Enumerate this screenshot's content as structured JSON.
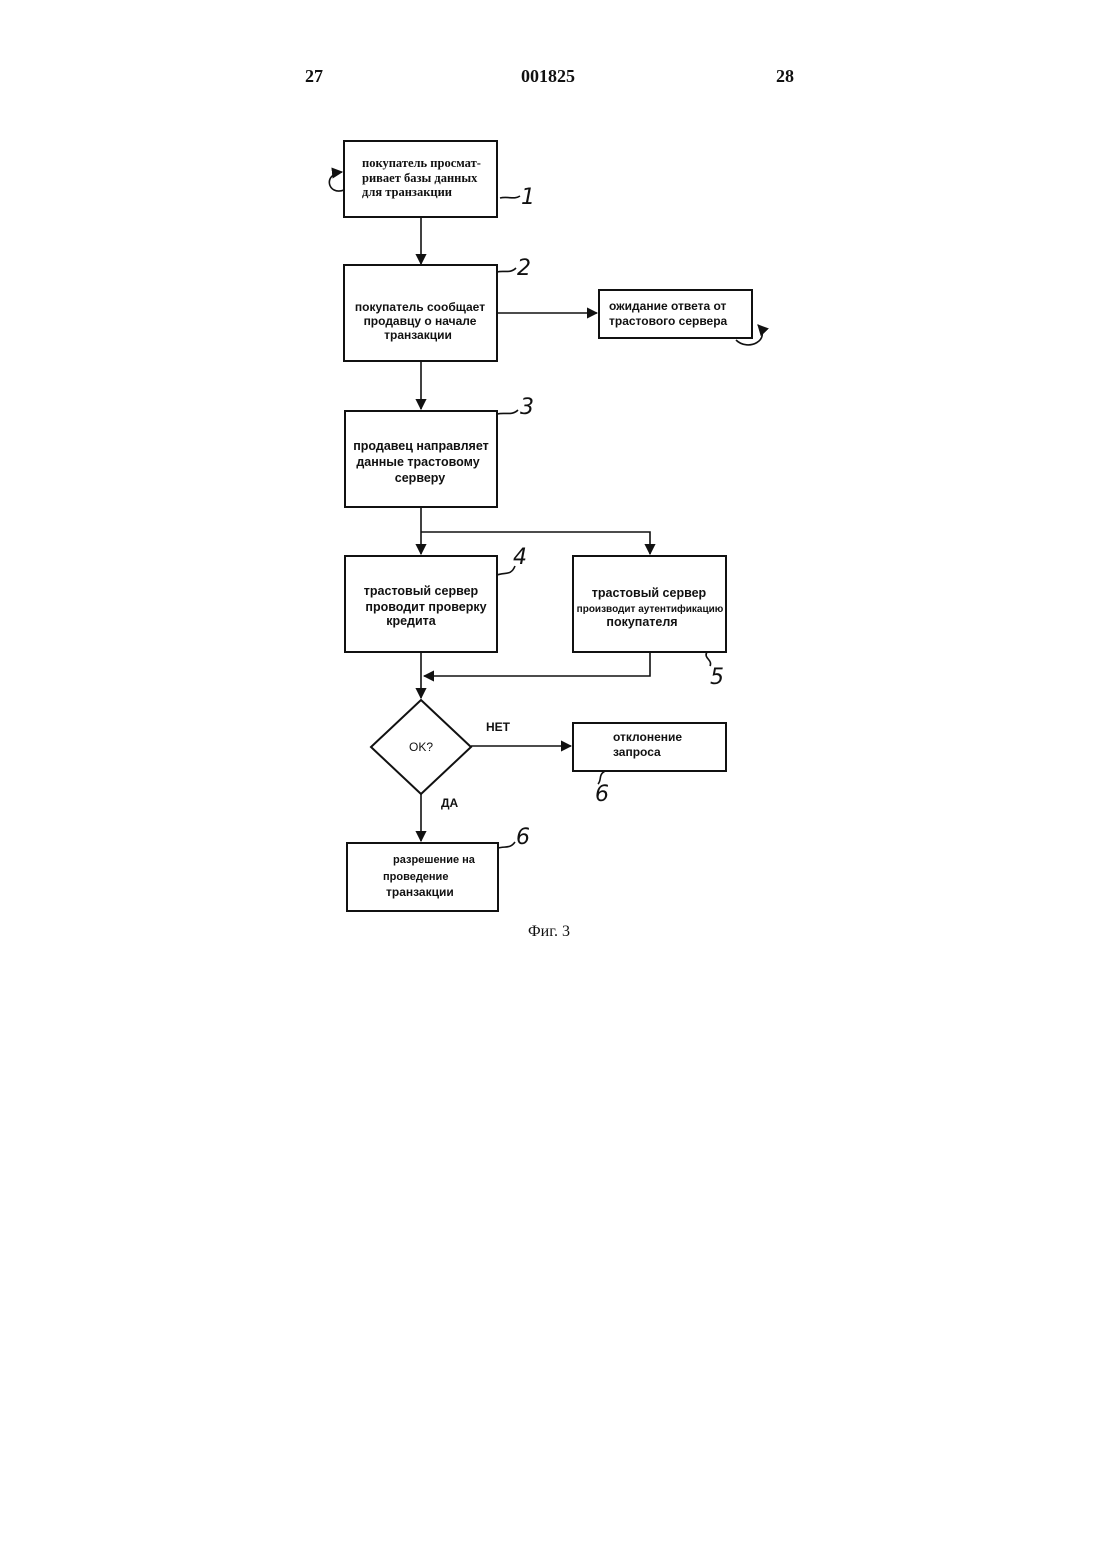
{
  "header": {
    "page_left": "27",
    "doc_number": "001825",
    "page_right": "28"
  },
  "flowchart": {
    "box1": {
      "lines": [
        "покупатель  просмат-",
        "ривает базы данных",
        "для  транзакции"
      ],
      "ref": "1"
    },
    "box2": {
      "lines": [
        "покупатель сообщает",
        "продавцу о начале",
        "транзакции"
      ],
      "ref": "2"
    },
    "wait_box": {
      "lines": [
        "ожидание ответа от",
        "трастового сервера"
      ]
    },
    "box3": {
      "lines": [
        "продавец направляет",
        "данные трастовому",
        "серверу"
      ],
      "ref": "3"
    },
    "box4": {
      "lines": [
        "трастовый сервер",
        "проводит проверку",
        "кредита"
      ],
      "ref": "4"
    },
    "box5": {
      "lines": [
        "трастовый сервер",
        "производит  аутентификацию",
        "покупателя"
      ],
      "ref": "5"
    },
    "decision": {
      "label": "OK?",
      "no_label": "НЕТ",
      "yes_label": "ДА"
    },
    "reject_box": {
      "lines": [
        "отклонение",
        "запроса"
      ],
      "ref": "6"
    },
    "approve_box": {
      "lines": [
        "разрешение на",
        "проведение",
        "транзакции"
      ],
      "ref": "6"
    }
  },
  "caption": "Фиг. 3"
}
